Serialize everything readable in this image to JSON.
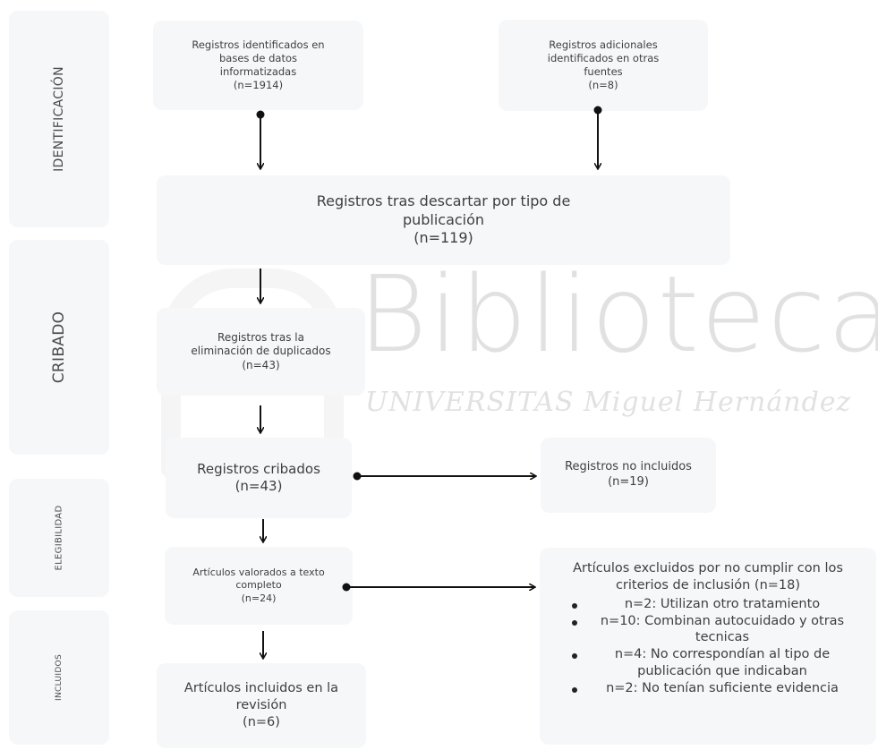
{
  "stages": {
    "identificacion": "IDENTIFICACIÓN",
    "cribado": "CRIBADO",
    "elegibilidad": "ELEGIBILIDAD",
    "incluidos": "INCLUIDOS"
  },
  "boxes": {
    "bases_datos": [
      "Registros identificados en",
      "bases de datos",
      "informatizadas",
      "(n=1914)"
    ],
    "otras_fuentes": [
      "Registros adicionales",
      "identificados en otras",
      "fuentes",
      "(n=8)"
    ],
    "tipo_publicacion": [
      "Registros tras descartar por tipo de",
      "publicación",
      "(n=119)"
    ],
    "duplicados": [
      "Registros tras la",
      "eliminación de duplicados",
      "(n=43)"
    ],
    "cribados": [
      "Registros cribados",
      "(n=43)"
    ],
    "no_incluidos": [
      "Registros no incluidos",
      "(n=19)"
    ],
    "texto_completo": [
      "Artículos valorados a texto",
      "completo",
      "(n=24)"
    ],
    "excluidos": {
      "lines": [
        "Artículos excluidos por no cumplir con los",
        "criterios de inclusión  (n=18)"
      ],
      "bullets": [
        "n=2: Utilizan otro tratamiento",
        "n=10: Combinan autocuidado y otras tecnicas",
        "n=4: No correspondían al tipo de publicación que indicaban",
        "n=2: No tenían suficiente evidencia"
      ]
    },
    "incluidos_revision": [
      "Artículos incluidos en la",
      "revisión",
      "(n=6)"
    ]
  },
  "watermark": {
    "main": "Biblioteca",
    "sub": "UNIVERSITAS Miguel Hernández"
  }
}
